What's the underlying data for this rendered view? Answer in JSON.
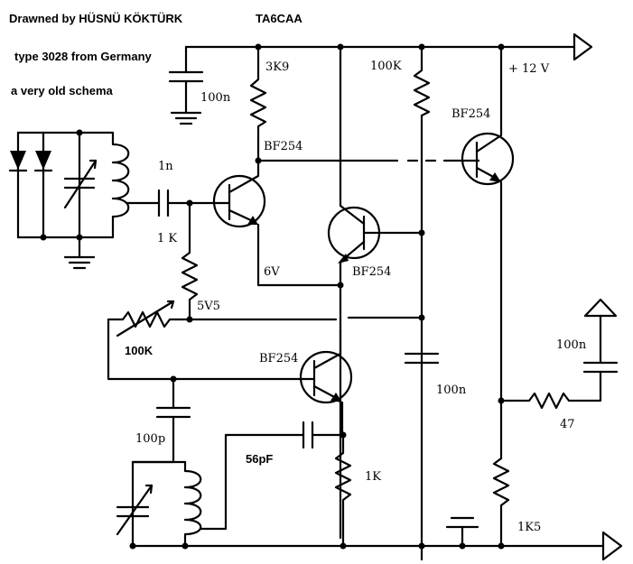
{
  "header": {
    "author": "Drawned by HÜSNÜ KÖKTÜRK",
    "callsign": "TA6CAA",
    "type_line": "type 3028 from Germany",
    "note": "a very old schema"
  },
  "labels": {
    "r_3k9": "3K9",
    "c_100n_top": "100n",
    "r_100k_top": "100K",
    "supply": "+ 12 V",
    "q_bf254_a": "BF254",
    "q_bf254_right": "BF254",
    "c_1n": "1n",
    "r_1k_top": "1 K",
    "v_6v": "6V",
    "q_bf254_mid": "BF254",
    "v_5v5": "5V5",
    "r_100k_var": "100K",
    "q_bf254_low": "BF254",
    "c_100n_mid": "100n",
    "c_100n_right": "100n",
    "r_47": "47",
    "c_100p": "100p",
    "c_56pf": "56pF",
    "r_1k_low": "1K",
    "r_1k5": "1K5"
  }
}
